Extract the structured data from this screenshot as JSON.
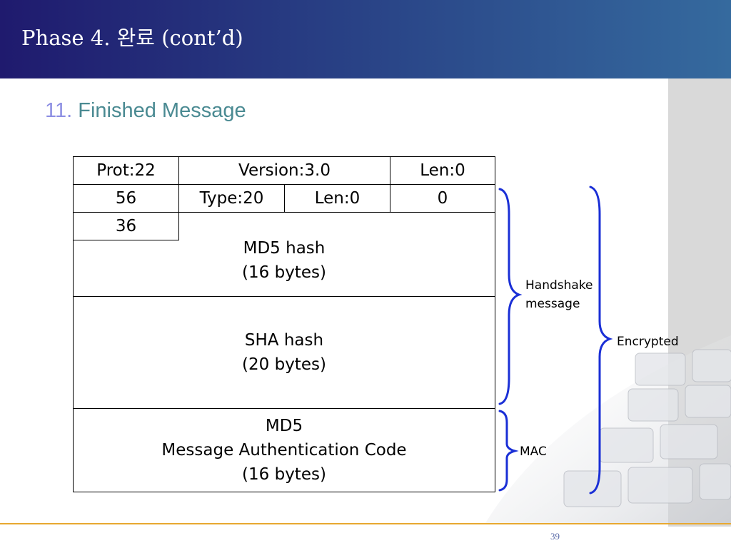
{
  "header": {
    "title": "Phase 4. 완료 (cont’d)"
  },
  "section": {
    "number": "11.",
    "title": "Finished Message"
  },
  "diagram": {
    "row1": {
      "prot": "Prot:22",
      "version": "Version:3.0",
      "len": "Len:0"
    },
    "row2": {
      "prefix": "56",
      "type": "Type:20",
      "len": "Len:0",
      "zero": "0"
    },
    "row3": {
      "prefix": "36"
    },
    "md5_hash": {
      "line1": "MD5 hash",
      "line2": "(16 bytes)"
    },
    "sha_hash": {
      "line1": "SHA hash",
      "line2": "(20 bytes)"
    },
    "mac_block": {
      "line1": "MD5",
      "line2": "Message Authentication Code",
      "line3": "(16 bytes)"
    },
    "braces": {
      "handshake_line1": "Handshake",
      "handshake_line2": "message",
      "encrypted": "Encrypted",
      "mac": "MAC"
    },
    "brace_color": "#1a2fd6"
  },
  "footer": {
    "page_number": "39",
    "line_color": "#e8a830"
  }
}
